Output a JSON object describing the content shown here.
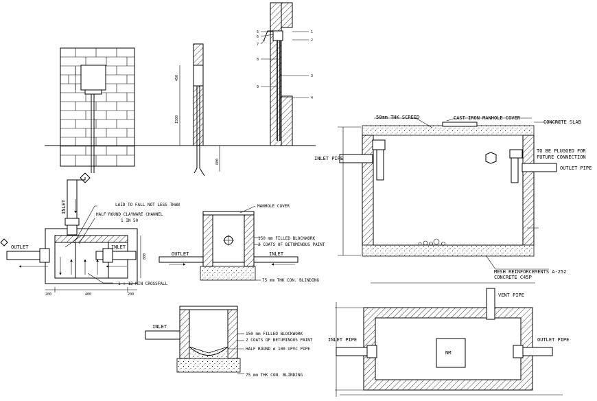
{
  "labels": {
    "screed": "50mm THK SCREED",
    "manhole_cover_cast": "CAST IRON MANHOLE COVER",
    "concrete_slab": "CONCRETE SLAB",
    "plugged_1": "TO BE PLUGGED FOR",
    "plugged_2": "FUTURE CONNECTION",
    "outlet_pipe_1": "OUTLET PIPE",
    "inlet_pipe_1": "INLET PIPE",
    "mesh_1": "MESH REINFORCEMENTS A-252",
    "mesh_2": "CONCRETE C45P",
    "vent_pipe": "VENT PIPE",
    "inlet_pipe_2": "INLET PIPE",
    "outlet_pipe_2": "OUTLET PIPE",
    "nm": "NM",
    "inlet_plan": "INLET",
    "outlet_plan": "OUTLET",
    "inlet_plan_2": "INLET",
    "lad_1": "LAID TO FALL NOT LESS THAN",
    "lad_2": "HALF ROUND CLAYWARE CHANNEL",
    "lad_3": "1 IN 50",
    "crossfall": "1 : 12 MIN CROSSFALL",
    "dim_200a": "200",
    "dim_400": "400",
    "dim_200b": "200",
    "dim_side": "800",
    "manhole_cover": "MANHOLE COVER",
    "blockwork_1": "150 mm FILLED BLOCKWORK",
    "paint_1": "2 COATS OF BETUMINOUS PAINT",
    "outlet_sec": "OUTLET",
    "inlet_sec": "INLET",
    "blinding_1": "75 mm THK CON. BLINDING",
    "inlet_sec2": "INLET",
    "blockwork_2": "150 mm FILLED BLOCKWORK",
    "paint_2": "2 COATS OF BETUMINOUS PAINT",
    "half_round": "HALF ROUND ø 100 UPVC PIPE",
    "blinding_2": "75 mm THK CON. BLINDING",
    "elev_dim_1": "450",
    "elev_dim_2": "1500",
    "elev_dim_3": "600",
    "callouts": [
      "1",
      "2",
      "3",
      "4",
      "5",
      "6",
      "7",
      "8",
      "9"
    ]
  }
}
